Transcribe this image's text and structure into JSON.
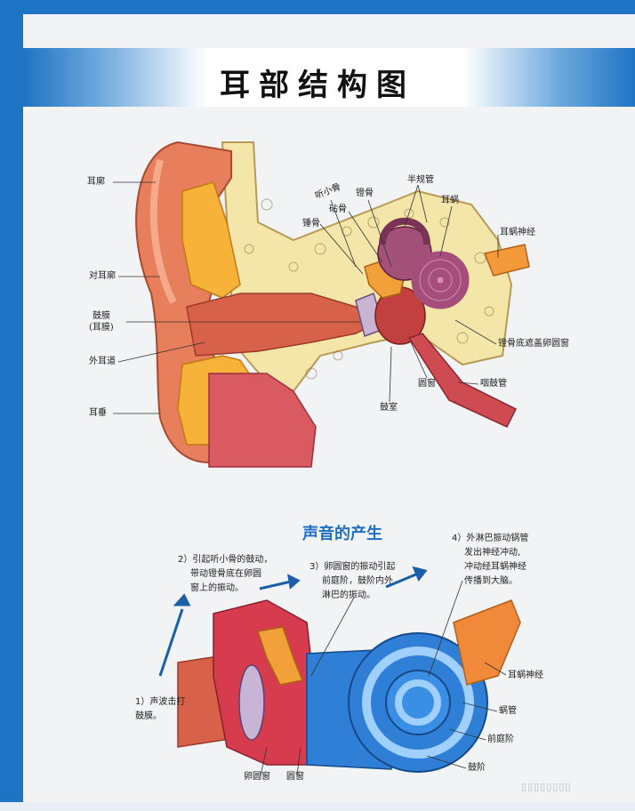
{
  "title": "耳部结构图",
  "section2_title": "声音的产生",
  "structure_labels": {
    "auricle": "耳廓",
    "antihelix": "对耳廓",
    "eardrum": "鼓膜",
    "eardrum_alt": "(耳膜)",
    "ear_canal": "外耳道",
    "earlobe": "耳垂",
    "ossicles": "听小骨",
    "malleus": "锤骨",
    "incus": "砧骨",
    "stapes": "镫骨",
    "semicircular_canals": "半规管",
    "cochlea": "耳蜗",
    "cochlear_nerve": "耳蜗神经",
    "stapes_footplate": "镫骨底遮盖卵圆窗",
    "round_window": "圆窗",
    "eustachian_tube": "咽鼓管",
    "tympanic_cavity": "鼓室"
  },
  "steps": {
    "s1_l1": "1）声波击打",
    "s1_l2": "鼓膜。",
    "s2_l1": "2）引起听小骨的鼓动，",
    "s2_l2": "带动镫骨底在卵圆",
    "s2_l3": "窗上的振动。",
    "s3_l1": "3）卵圆窗的振动引起",
    "s3_l2": "前庭阶，鼓阶内外",
    "s3_l3": "淋巴的振动。",
    "s4_l1": "4）外淋巴振动锅管",
    "s4_l2": "发出神经冲动,",
    "s4_l3": "冲动经耳蜗神经",
    "s4_l4": "传播到大脑。"
  },
  "process_labels": {
    "cochlear_nerve": "耳蜗神经",
    "cochlear_duct": "蜗管",
    "scala_vestibuli": "前庭阶",
    "scala_tympani": "鼓阶",
    "oval_window": "卵圆窗",
    "round_window": "圆窗"
  },
  "watermark": "▯▯▯▯▯▯▯▯",
  "colors": {
    "frame": "#1f73c4",
    "section_title": "#1f6fc2",
    "arrow": "#1c5fa8"
  }
}
